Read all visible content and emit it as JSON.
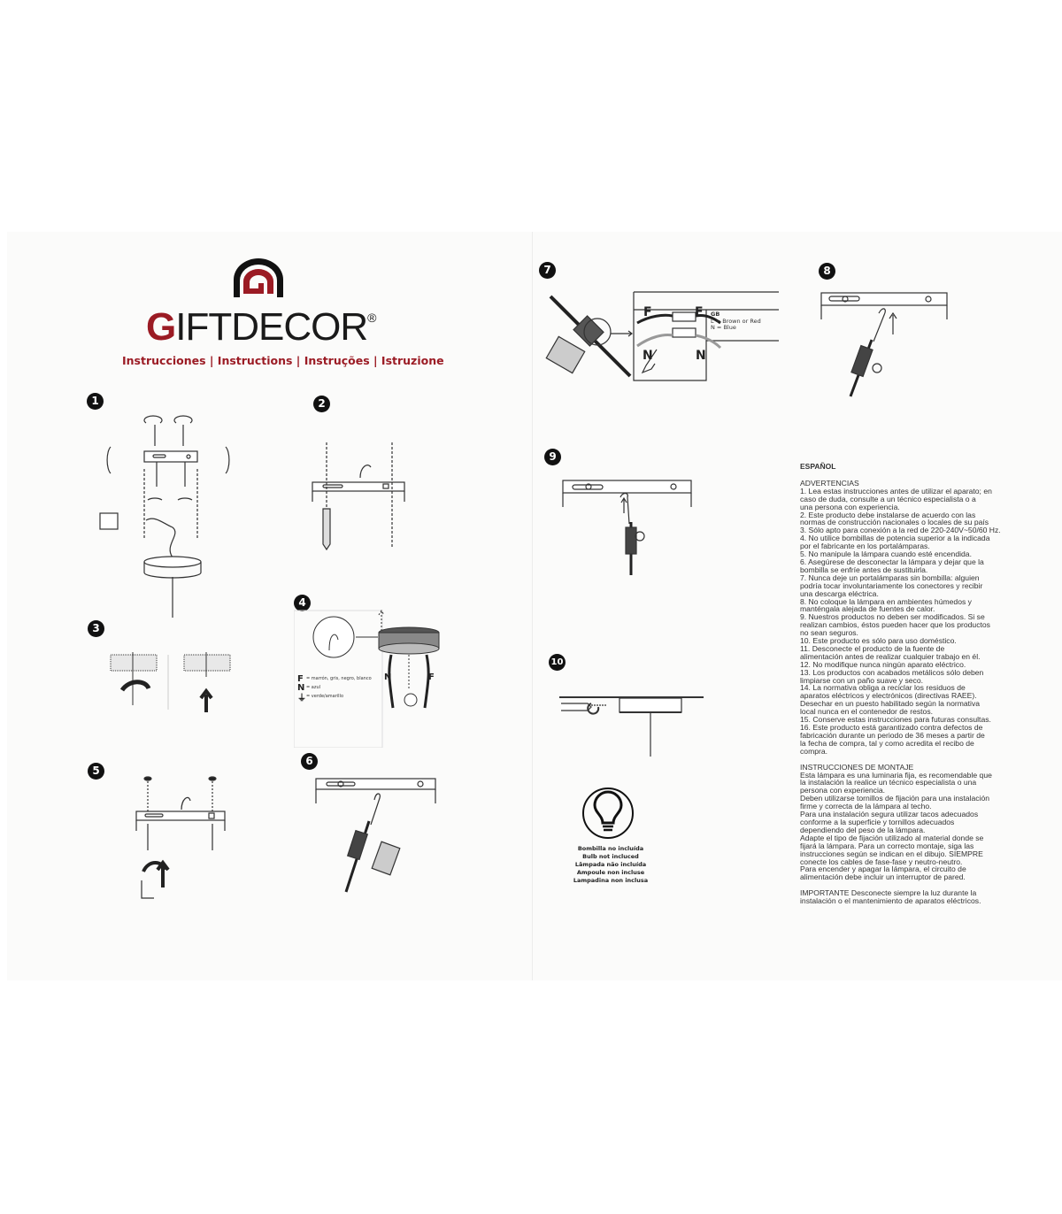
{
  "header": {
    "brand_prefix": "G",
    "brand_rest": "IFTDECOR",
    "registered": "®",
    "subtitle": "Instrucciones | Instructions | Instruções | Istruzione"
  },
  "steps": [
    "1",
    "2",
    "3",
    "4",
    "5",
    "6",
    "7",
    "8",
    "9",
    "10"
  ],
  "step4_legend": {
    "f_symbol": "F",
    "f_text": "= marrón, gris, negro, blanco",
    "n_symbol": "N",
    "n_text": "= azul",
    "earth_text": "= verde/amarillo",
    "left_label": "N",
    "right_label": "F"
  },
  "step7": {
    "f_left": "F",
    "f_right": "F",
    "n_left": "N",
    "n_right": "N",
    "gb_title": "GB",
    "gb_l": "L = Brown or Red",
    "gb_n": "N = Blue"
  },
  "bulb_note": [
    "Bombilla no incluída",
    "Bulb not incluced",
    "Lâmpada não incluída",
    "Ampoule non incluse",
    "Lampadina non inclusa"
  ],
  "spanish": {
    "heading": "ESPAÑOL",
    "warnings": [
      "ADVERTENCIAS",
      "1. Lea estas instrucciones antes de utilizar el aparato; en",
      "caso de duda, consulte a un técnico especialista o a",
      "una persona con experiencia.",
      "2. Este producto debe instalarse de acuerdo con las",
      "normas de construcción nacionales o locales de su país",
      "3. Sólo apto para conexión a la red de 220-240V~50/60 Hz.",
      "4. No utilice bombillas de potencia superior a la indicada",
      "por el fabricante en los portalámparas.",
      "5. No manipule la lámpara cuando esté encendida.",
      "6. Asegúrese de desconectar la lámpara y dejar que la",
      "bombilla se enfríe antes de sustituirla.",
      "7. Nunca deje un portalámparas sin bombilla: alguien",
      "podría tocar involuntariamente los conectores y recibir",
      "una descarga eléctrica.",
      "8. No coloque la lámpara en ambientes húmedos y",
      "manténgala alejada de fuentes de calor.",
      "9. Nuestros productos no deben ser modificados. Si se",
      "realizan cambios, éstos pueden hacer que los productos",
      "no sean seguros.",
      "10. Este producto es sólo para uso doméstico.",
      "11. Desconecte el producto de la fuente de",
      "alimentación antes de realizar cualquier trabajo en él.",
      "12. No modifique nunca ningún aparato eléctrico.",
      "13. Los productos con acabados metálicos sólo deben",
      "limpiarse con un paño suave y seco.",
      "14. La normativa obliga a reciclar los residuos de",
      "aparatos eléctricos y electrónicos (directivas RAEE).",
      "Desechar en un puesto habilitado según la normativa",
      "local nunca en el contenedor de restos.",
      "15. Conserve estas instrucciones para futuras consultas.",
      "16. Este producto está garantizado contra defectos de",
      "fabricación durante un periodo de 36 meses a partir de",
      "la fecha de compra, tal y como acredita el recibo de",
      "compra."
    ],
    "assembly": [
      "INSTRUCCIONES DE MONTAJE",
      "Esta lámpara es una luminaria fija, es recomendable que",
      "la instalación la realice un técnico especialista o una",
      "persona con experiencia.",
      "Deben utilizarse tornillos de fijación para una instalación",
      "firme y correcta de la lámpara al techo.",
      "Para una instalación segura utilizar tacos adecuados",
      "conforme a la superficie y tornillos adecuados",
      "dependiendo del peso de la lámpara.",
      "Adapte el tipo de fijación utilizado al material donde se",
      "fijará la lámpara. Para un correcto montaje, siga las",
      "instrucciones según se indican en el dibujo. SIEMPRE",
      "conecte los cables de fase-fase y neutro-neutro.",
      "Para encender y apagar la lámpara, el circuito de",
      "alimentación debe incluir un interruptor de pared."
    ],
    "important": [
      "IMPORTANTE Desconecte siempre la luz durante la",
      "instalación o el mantenimiento de aparatos eléctricos."
    ]
  },
  "colors": {
    "brand_red": "#9b1b24",
    "ink": "#111111",
    "paper": "#fbfbfa"
  }
}
